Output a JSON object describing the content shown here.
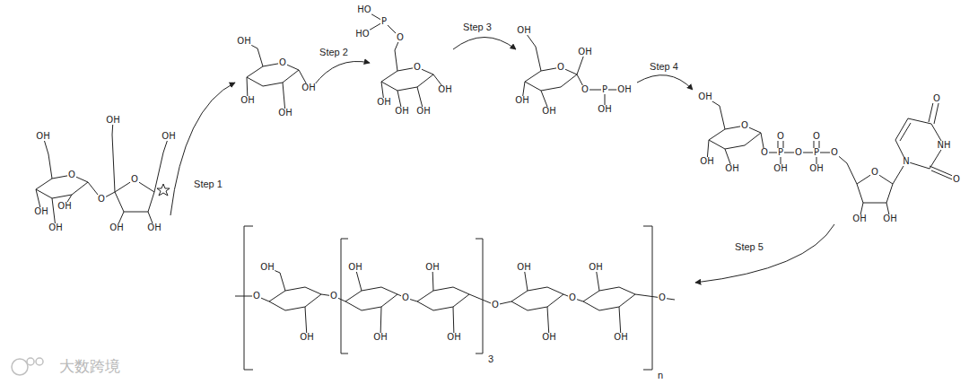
{
  "diagram": {
    "labels": [
      "Step 1",
      "Step 2",
      "Step 3",
      "Step 4",
      "Step 5",
      "3",
      "n",
      "大数跨境",
      "OH",
      "O",
      "OH",
      "OH",
      "OH",
      "O",
      "OH",
      "O",
      "OH",
      "OH",
      "OH",
      "OH",
      "O",
      "OH",
      "OH",
      "OH",
      "HO",
      "P",
      "HO",
      "O",
      "O",
      "OH",
      "OH",
      "OH",
      "OH",
      "OH",
      "O",
      "OH",
      "O",
      "P",
      "OH",
      "OH",
      "OH",
      "OH",
      "OH",
      "O",
      "OH",
      "OH",
      "O",
      "P",
      "O",
      "OH",
      "O",
      "P",
      "O",
      "OH",
      "O",
      "O",
      "N",
      "NH",
      "O",
      "O",
      "OH",
      "OH",
      "OH",
      "O",
      "OH",
      "O",
      "OH",
      "OH",
      "O",
      "OH",
      "OH",
      "O",
      "OH",
      "OH",
      "O",
      "OH",
      "OH",
      "O"
    ]
  }
}
